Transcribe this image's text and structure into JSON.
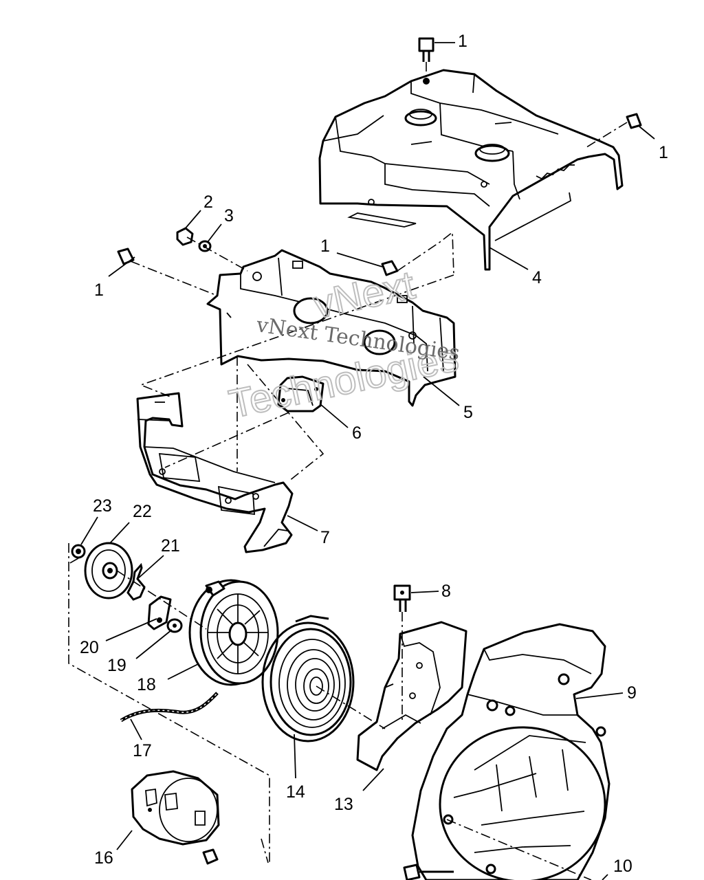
{
  "diagram": {
    "callouts": [
      {
        "id": "c1a",
        "text": "1"
      },
      {
        "id": "c1b",
        "text": "1"
      },
      {
        "id": "c1c",
        "text": "1"
      },
      {
        "id": "c1d",
        "text": "1"
      },
      {
        "id": "c2",
        "text": "2"
      },
      {
        "id": "c3",
        "text": "3"
      },
      {
        "id": "c4",
        "text": "4"
      },
      {
        "id": "c5",
        "text": "5"
      },
      {
        "id": "c6",
        "text": "6"
      },
      {
        "id": "c7",
        "text": "7"
      },
      {
        "id": "c8",
        "text": "8"
      },
      {
        "id": "c9",
        "text": "9"
      },
      {
        "id": "c10",
        "text": "10"
      },
      {
        "id": "c13",
        "text": "13"
      },
      {
        "id": "c14",
        "text": "14"
      },
      {
        "id": "c16",
        "text": "16"
      },
      {
        "id": "c17",
        "text": "17"
      },
      {
        "id": "c18",
        "text": "18"
      },
      {
        "id": "c19",
        "text": "19"
      },
      {
        "id": "c20",
        "text": "20"
      },
      {
        "id": "c21",
        "text": "21"
      },
      {
        "id": "c22",
        "text": "22"
      },
      {
        "id": "c23",
        "text": "23"
      }
    ],
    "watermark": {
      "line1": "vNext Technologies",
      "line2": "vNext",
      "line3": "Technologies"
    }
  }
}
